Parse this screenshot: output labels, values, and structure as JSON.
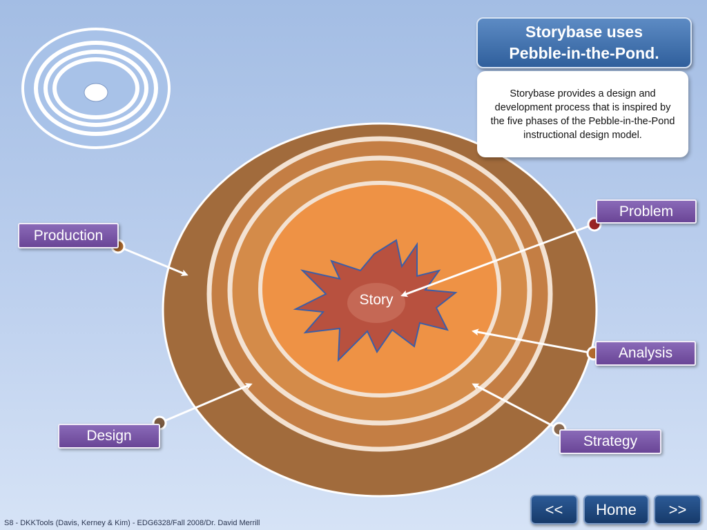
{
  "title": {
    "line1": "Storybase uses",
    "line2": "Pebble-in-the-Pond."
  },
  "description": "Storybase provides a design and development process that is inspired by the five phases of the Pebble-in-the-Pond instructional design model.",
  "center_label": "Story",
  "phases": {
    "problem": "Problem",
    "analysis": "Analysis",
    "strategy": "Strategy",
    "design": "Design",
    "production": "Production"
  },
  "nav": {
    "prev": "<<",
    "home": "Home",
    "next": ">>"
  },
  "footer": "S8 - DKKTools  (Davis, Kerney & Kim) - EDG6328/Fall 2008/Dr. David Merrill",
  "colors": {
    "outer_ring": "#a16b3c",
    "middle_ring": "#c47e44",
    "inner_ring": "#d48b49",
    "core": "#ee9245",
    "star": "#b8513f",
    "star_outline": "#3b5ea8",
    "label": "#7a56a8",
    "nav": "#1f4a80"
  }
}
